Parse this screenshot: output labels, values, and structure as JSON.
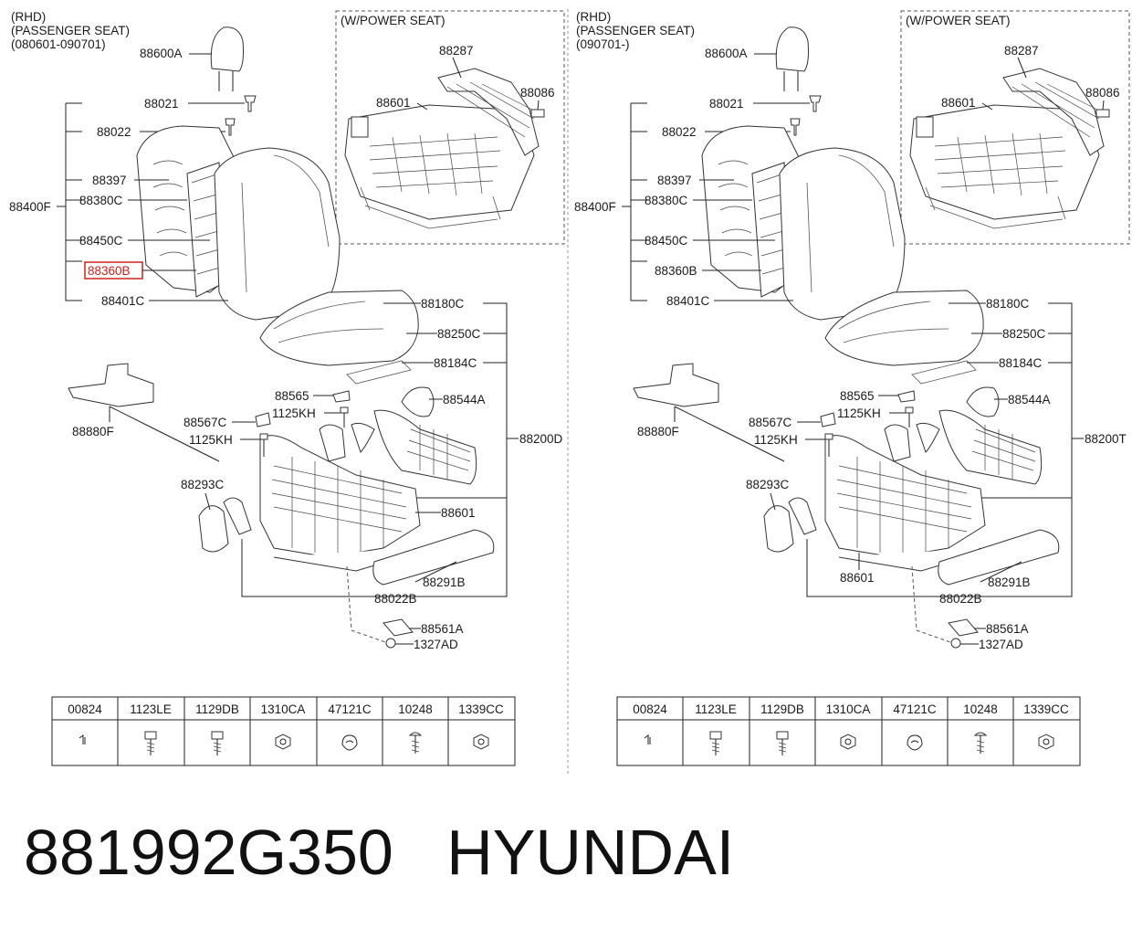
{
  "panels": [
    {
      "id": "left",
      "header": [
        "(RHD)",
        "(PASSENGER SEAT)",
        "(080601-090701)"
      ],
      "inset_title": "(W/POWER SEAT)",
      "inset_labels": [
        "88287",
        "88601",
        "88086"
      ],
      "labels": [
        "88600A",
        "88021",
        "88022",
        "88397",
        "88380C",
        "88400F",
        "88450C",
        "88360B",
        "88401C",
        "88180C",
        "88250C",
        "88184C",
        "88565",
        "88544A",
        "88880F",
        "88567C",
        "1125KH",
        "1125KH",
        "88200D",
        "88293C",
        "88601",
        "88291B",
        "88022B",
        "88561A",
        "1327AD"
      ],
      "highlighted_label": "88360B",
      "table_headers": [
        "00824",
        "1123LE",
        "1129DB",
        "1310CA",
        "47121C",
        "10248",
        "1339CC"
      ]
    },
    {
      "id": "right",
      "header": [
        "(RHD)",
        "(PASSENGER SEAT)",
        "(090701-)"
      ],
      "inset_title": "(W/POWER SEAT)",
      "inset_labels": [
        "88287",
        "88601",
        "88086"
      ],
      "labels": [
        "88600A",
        "88021",
        "88022",
        "88397",
        "88380C",
        "88400F",
        "88450C",
        "88360B",
        "88401C",
        "88180C",
        "88250C",
        "88184C",
        "88565",
        "88544A",
        "88880F",
        "88567C",
        "1125KH",
        "1125KH",
        "88200T",
        "88293C",
        "88601",
        "88291B",
        "88022B",
        "88561A",
        "1327AD"
      ],
      "highlighted_label": "",
      "table_headers": [
        "00824",
        "1123LE",
        "1129DB",
        "1310CA",
        "47121C",
        "10248",
        "1339CC"
      ]
    }
  ],
  "footer": {
    "part_number": "881992G350",
    "brand": "HYUNDAI"
  },
  "colors": {
    "highlight": "#d0201c",
    "line": "#222222"
  },
  "icons": [
    "headrest-icon",
    "seat-back-icon",
    "seat-cushion-icon",
    "seat-frame-icon",
    "power-seat-frame-icon",
    "bolt-icon",
    "nut-icon",
    "clip-icon",
    "washer-icon",
    "cover-icon"
  ]
}
